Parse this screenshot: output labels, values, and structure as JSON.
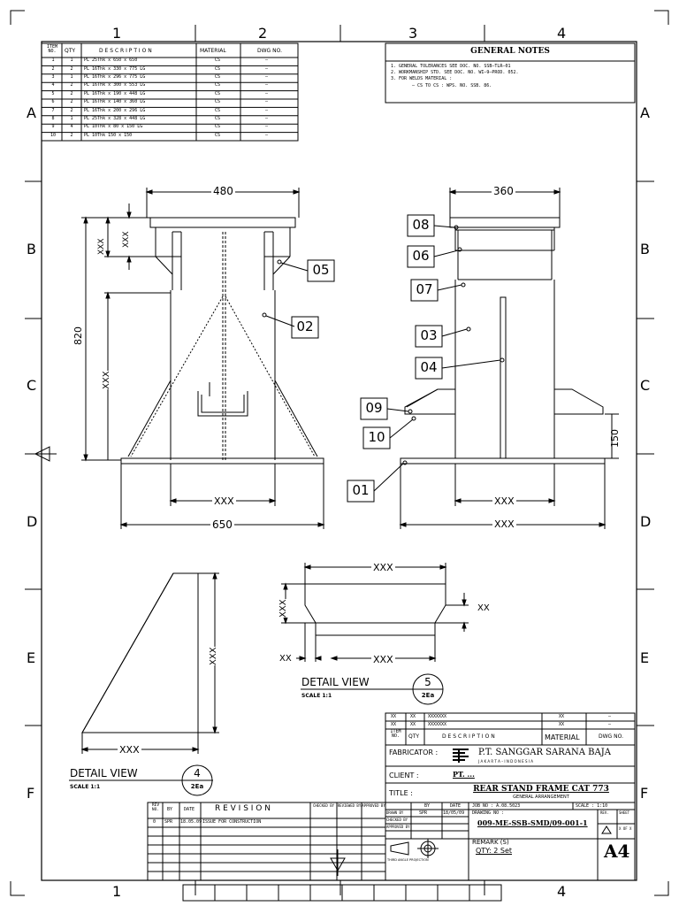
{
  "grid": {
    "cols": [
      "1",
      "2",
      "3",
      "4"
    ],
    "rows": [
      "A",
      "B",
      "C",
      "D",
      "E",
      "F"
    ]
  },
  "bom": {
    "headers": {
      "item": "ITEM NO.",
      "qty": "QTY",
      "desc": "D E S C R I P T I O N",
      "material": "MATERIAL",
      "dwg": "DWG NO."
    },
    "rows": [
      {
        "item": "1",
        "qty": "1",
        "desc": "PL 25Thk x 650 x 650",
        "material": "CS",
        "dwg": "–"
      },
      {
        "item": "2",
        "qty": "2",
        "desc": "PL 16Thk x 330 x 775 LG",
        "material": "CS",
        "dwg": "–"
      },
      {
        "item": "3",
        "qty": "1",
        "desc": "PL 16Thk x 296 x 775 LG",
        "material": "CS",
        "dwg": "–"
      },
      {
        "item": "4",
        "qty": "2",
        "desc": "PL 16Thk x 300 x 553 LG",
        "material": "CS",
        "dwg": "–"
      },
      {
        "item": "5",
        "qty": "2",
        "desc": "PL 16Thk x 190 x 448 LG",
        "material": "CS",
        "dwg": "–"
      },
      {
        "item": "6",
        "qty": "2",
        "desc": "PL 16Thk x 140 x 360 LG",
        "material": "CS",
        "dwg": "–"
      },
      {
        "item": "7",
        "qty": "2",
        "desc": "PL 16Thk x 200 x 296 LG",
        "material": "CS",
        "dwg": "–"
      },
      {
        "item": "8",
        "qty": "1",
        "desc": "PL 25Thk x 328 x 448 LG",
        "material": "CS",
        "dwg": "–"
      },
      {
        "item": "9",
        "qty": "4",
        "desc": "PL 10Thk x 80 x 150 LG",
        "material": "CS",
        "dwg": "–"
      },
      {
        "item": "10",
        "qty": "2",
        "desc": "PL 10Thk 150 x 150",
        "material": "CS",
        "dwg": "–"
      }
    ]
  },
  "notes": {
    "title": "GENERAL NOTES",
    "lines": [
      "1. GENERAL TOLERANCES SEE DOC. NO. SSB–TLR–01",
      "2. WORKMANSHIP STD. SEE DOC. NO. WI–9–PROD. 052.",
      "3. FOR WELDS MATERIAL :",
      "– CS TO CS          :     WPS. NO. SSB. 86."
    ]
  },
  "front_view": {
    "dim_top": "480",
    "dim_height": "820",
    "dim_xxx_upper_a": "XXX",
    "dim_xxx_upper_b": "XXX",
    "dim_xxx_mid": "XXX",
    "dim_xxx_bottom": "XXX",
    "dim_bottom": "650",
    "tag_05": "05",
    "tag_02": "02"
  },
  "side_view": {
    "dim_top": "360",
    "dim_150": "150",
    "dim_xxx_inner": "XXX",
    "dim_xxx_outer": "XXX",
    "tags": [
      "08",
      "06",
      "07",
      "03",
      "04",
      "09",
      "10",
      "01"
    ]
  },
  "detail5": {
    "dim_top": "XXX",
    "dim_left": "XXX",
    "dim_xx_right": "XX",
    "dim_xx_left": "XX",
    "dim_bottom": "XXX",
    "title": "DETAIL  VIEW",
    "scale": "SCALE   1:1",
    "bubble_num": "5",
    "bubble_sheet": "2Ea"
  },
  "detail4": {
    "dim_vert": "XXX",
    "dim_bottom": "XXX",
    "title": "DETAIL  VIEW",
    "scale": "SCALE   1:1",
    "bubble_num": "4",
    "bubble_sheet": "2Ea"
  },
  "titleblock": {
    "ref_rows": [
      {
        "item": "XX",
        "qty": "XX",
        "desc": "XXXXXXX",
        "material": "XX",
        "dwg": "–"
      },
      {
        "item": "XX",
        "qty": "XX",
        "desc": "XXXXXXX",
        "material": "XX",
        "dwg": "–"
      }
    ],
    "ref_headers": {
      "item": "ITEM NO.",
      "qty": "QTY",
      "desc": "D E S C R I P T I O N",
      "material": "MATERIAL",
      "dwg": "DWG NO."
    },
    "fabricator_label": "FABRICATOR :",
    "company": "P.T.  SANGGAR  SARANA  BAJA",
    "company_sub": "J A K A R T A  –  I N D O N E S I A",
    "client_label": "CLIENT    :",
    "client": "PT. ...",
    "title_label": "TITLE      :",
    "title": "REAR STAND FRAME CAT 773",
    "title_sub": "GENERAL  ARRANGEMENT",
    "by_label": "BY",
    "date_label": "DATE",
    "drawn_by": "DRAWN BY",
    "drawn_by_val": "SPR",
    "drawn_date": "18/05/09",
    "checked_by": "CHECKED BY",
    "approved_by": "APPROVED BY",
    "job_no": "JOB NO : A.08.5023",
    "scale": "SCALE : 1:10",
    "drawing_no_label": "DRAWING NO :",
    "drawing_no": "009-ME-SSB-SMD/09-001-1",
    "rev_label": "REV.",
    "sheet_label": "SHEET",
    "sheet_val": "X OF X",
    "remark_label": "REMARK (S)",
    "qty": "QTY: 2 Set",
    "paper": "A4",
    "projection": "THIRD ANGLE PROJECTION"
  },
  "revision": {
    "headers": {
      "rev": "REV NO.",
      "by": "BY",
      "date": "DATE",
      "desc": "R E V I S I O N",
      "checked": "CHECKED BY",
      "reviewed": "REVIEWED BY",
      "approved": "APPROVED BY"
    },
    "rows": [
      {
        "rev": "0",
        "by": "SPR",
        "date": "18.05.09",
        "desc": "ISSUE FOR CONSTRUCTION",
        "checked": "",
        "reviewed": "",
        "approved": ""
      }
    ]
  }
}
